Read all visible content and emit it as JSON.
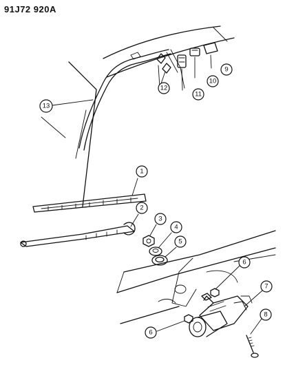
{
  "diagram_code": "91J72  920A",
  "callouts": [
    "1",
    "2",
    "3",
    "4",
    "5",
    "6",
    "6",
    "7",
    "8",
    "9",
    "10",
    "11",
    "12",
    "13"
  ]
}
